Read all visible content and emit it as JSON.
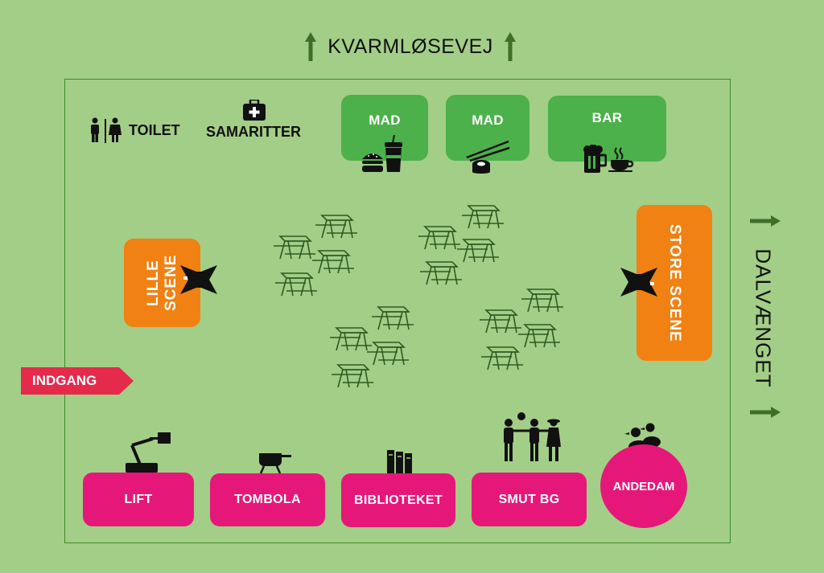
{
  "streets": {
    "top": "KVARMLØSEVEJ",
    "right": "DALVÆNGET"
  },
  "facilities": {
    "toilet": "TOILET",
    "samaritter": "SAMARITTER"
  },
  "food": {
    "mad1": "MAD",
    "mad2": "MAD",
    "bar": "BAR"
  },
  "stages": {
    "lille": "LILLE SCENE",
    "store": "STORE SCENE"
  },
  "entrance": "INDGANG",
  "activities": {
    "lift": "LIFT",
    "tombola": "TOMBOLA",
    "biblioteket": "BIBLIOTEKET",
    "smut": "SMUT BG",
    "andedam": "ANDEDAM"
  },
  "icons": [
    "arrow-up-icon",
    "toilet-icon",
    "first-aid-kit-icon",
    "burger-icon",
    "drink-cup-icon",
    "sushi-icon",
    "beer-mug-icon",
    "coffee-cup-icon",
    "stage-icon",
    "picnic-table-icon",
    "lift-icon",
    "grill-icon",
    "books-icon",
    "people-icon",
    "ducks-icon"
  ],
  "colors": {
    "background": "#a3ce87",
    "food_green": "#4cb14a",
    "stage_orange": "#f08112",
    "activity_pink": "#e5187a",
    "entrance_red": "#e52a4c",
    "arrow_green": "#3f6e2a"
  }
}
